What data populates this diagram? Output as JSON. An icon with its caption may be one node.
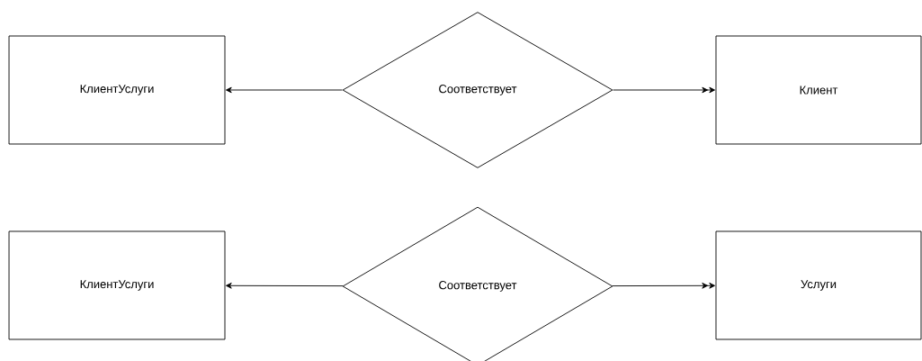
{
  "diagram": {
    "nodes": [
      {
        "text": [
          "КлиентУслуги"
        ]
      },
      {
        "text": [
          "Соответствует"
        ]
      },
      {
        "text": [
          "Клиент"
        ]
      },
      {
        "text": [
          "КлиентУслуги"
        ]
      },
      {
        "text": [
          "Соответствует"
        ]
      },
      {
        "text": [
          "Услуги"
        ]
      }
    ],
    "edges": [
      {
        "from": 1,
        "to": 0,
        "arrow": "to"
      },
      {
        "from": 1,
        "to": 2,
        "arrow": "to"
      },
      {
        "from": 4,
        "to": 3,
        "arrow": "to"
      },
      {
        "from": 4,
        "to": 5,
        "arrow": "to"
      }
    ]
  }
}
